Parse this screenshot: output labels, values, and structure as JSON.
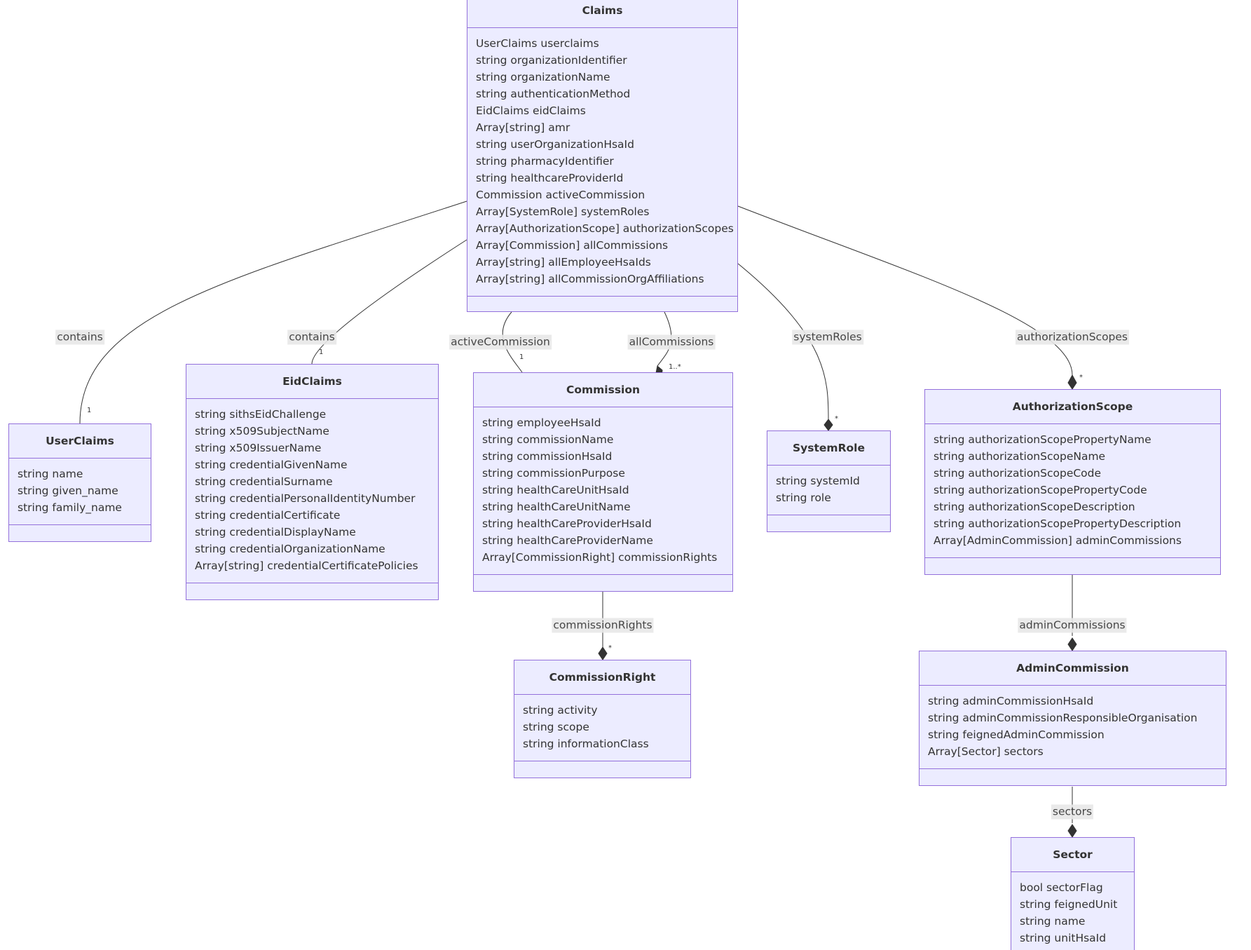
{
  "theme": {
    "fill": "#ececff",
    "stroke": "#9370db",
    "line": "#333333",
    "label_bg": "#e8e8e8"
  },
  "classes": {
    "claims": {
      "name": "Claims",
      "attributes": [
        "UserClaims userclaims",
        "string organizationIdentifier",
        "string organizationName",
        "string authenticationMethod",
        "EidClaims eidClaims",
        "Array[string] amr",
        "string userOrganizationHsaId",
        "string pharmacyIdentifier",
        "string healthcareProviderId",
        "Commission activeCommission",
        "Array[SystemRole] systemRoles",
        "Array[AuthorizationScope] authorizationScopes",
        "Array[Commission] allCommissions",
        "Array[string] allEmployeeHsaIds",
        "Array[string] allCommissionOrgAffiliations"
      ]
    },
    "userclaims": {
      "name": "UserClaims",
      "attributes": [
        "string name",
        "string given_name",
        "string family_name"
      ]
    },
    "eidclaims": {
      "name": "EidClaims",
      "attributes": [
        "string sithsEidChallenge",
        "string x509SubjectName",
        "string x509IssuerName",
        "string credentialGivenName",
        "string credentialSurname",
        "string credentialPersonalIdentityNumber",
        "string credentialCertificate",
        "string credentialDisplayName",
        "string credentialOrganizationName",
        "Array[string] credentialCertificatePolicies"
      ]
    },
    "commission": {
      "name": "Commission",
      "attributes": [
        "string employeeHsaId",
        "string commissionName",
        "string commissionHsaId",
        "string commissionPurpose",
        "string healthCareUnitHsaId",
        "string healthCareUnitName",
        "string healthCareProviderHsaId",
        "string healthCareProviderName",
        "Array[CommissionRight] commissionRights"
      ]
    },
    "systemrole": {
      "name": "SystemRole",
      "attributes": [
        "string systemId",
        "string role"
      ]
    },
    "authorizationscope": {
      "name": "AuthorizationScope",
      "attributes": [
        "string authorizationScopePropertyName",
        "string authorizationScopeName",
        "string authorizationScopeCode",
        "string authorizationScopePropertyCode",
        "string authorizationScopeDescription",
        "string authorizationScopePropertyDescription",
        "Array[AdminCommission] adminCommissions"
      ]
    },
    "commissionright": {
      "name": "CommissionRight",
      "attributes": [
        "string activity",
        "string scope",
        "string informationClass"
      ]
    },
    "admincommission": {
      "name": "AdminCommission",
      "attributes": [
        "string adminCommissionHsaId",
        "string adminCommissionResponsibleOrganisation",
        "string feignedAdminCommission",
        "Array[Sector] sectors"
      ]
    },
    "sector": {
      "name": "Sector",
      "attributes": [
        "bool sectorFlag",
        "string feignedUnit",
        "string name",
        "string unitHsaId"
      ]
    }
  },
  "relations": [
    {
      "id": "claims-userclaims",
      "from": "Claims",
      "to": "UserClaims",
      "label": "contains",
      "cardinality": "1",
      "marker": "none"
    },
    {
      "id": "claims-eidclaims",
      "from": "Claims",
      "to": "EidClaims",
      "label": "contains",
      "cardinality": "1",
      "marker": "none"
    },
    {
      "id": "claims-activecommission",
      "from": "Claims",
      "to": "Commission",
      "label": "activeCommission",
      "cardinality": "1",
      "marker": "none"
    },
    {
      "id": "claims-allcommissions",
      "from": "Claims",
      "to": "Commission",
      "label": "allCommissions",
      "cardinality": "1..*",
      "marker": "diamond"
    },
    {
      "id": "claims-systemroles",
      "from": "Claims",
      "to": "SystemRole",
      "label": "systemRoles",
      "cardinality": "*",
      "marker": "diamond"
    },
    {
      "id": "claims-authorizationscopes",
      "from": "Claims",
      "to": "AuthorizationScope",
      "label": "authorizationScopes",
      "cardinality": "*",
      "marker": "diamond"
    },
    {
      "id": "commission-commissionrights",
      "from": "Commission",
      "to": "CommissionRight",
      "label": "commissionRights",
      "cardinality": "*",
      "marker": "diamond"
    },
    {
      "id": "authscope-admincommissions",
      "from": "AuthorizationScope",
      "to": "AdminCommission",
      "label": "adminCommissions",
      "cardinality": "",
      "marker": "diamond"
    },
    {
      "id": "admincommission-sectors",
      "from": "AdminCommission",
      "to": "Sector",
      "label": "sectors",
      "cardinality": "",
      "marker": "diamond"
    }
  ]
}
